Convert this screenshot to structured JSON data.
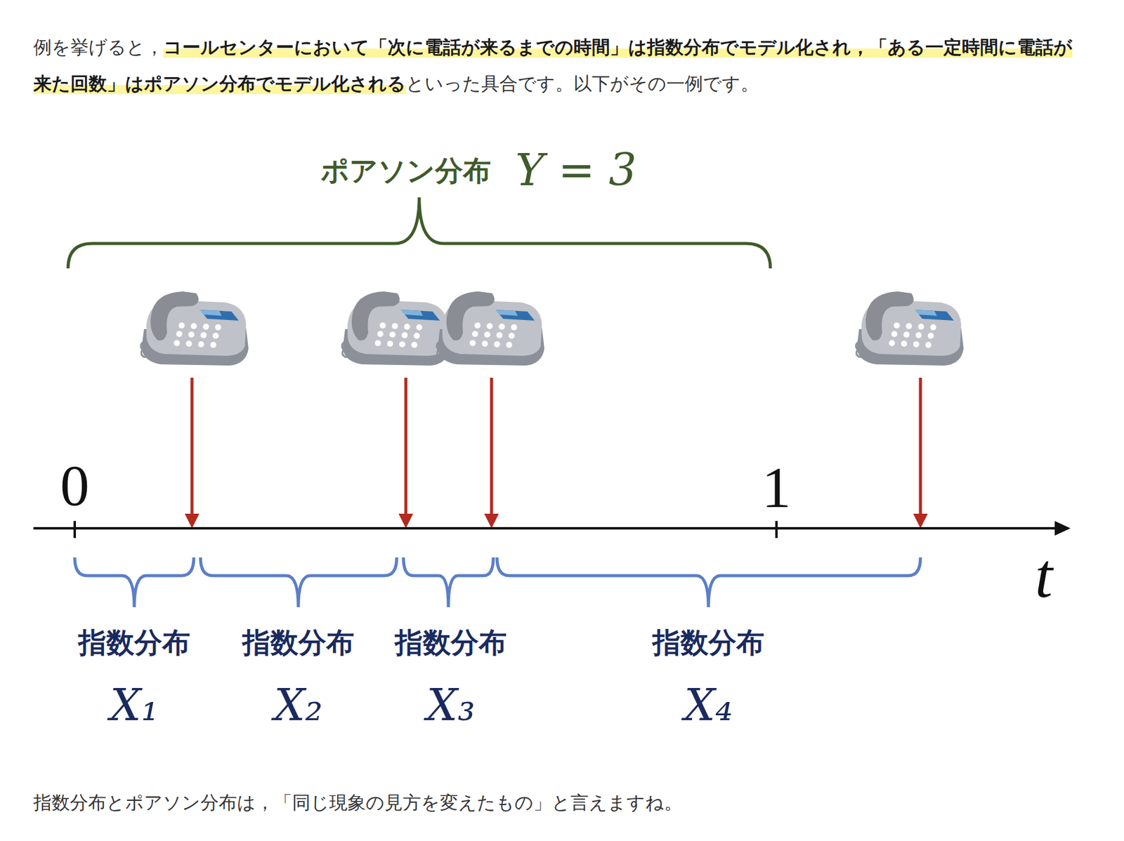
{
  "diagram": {
    "caption": "指数分布とポアソン分布は，「同じ現象の見方を変えたもの」と言えますね。",
    "labels": [
      "例を挙げると，",
      "コールセンターにおいて「次に電話が来るまでの時間」は指数分布でモデル化され，「ある一定時間に電話が来た回数」はポアソン分布でモデル化される",
      "といった具合です。以下がその一例です。",
      "ポアソン分布",
      "Y = 3",
      "0",
      "1",
      "t",
      "指数分布",
      "X₁",
      "指数分布",
      "X₂",
      "指数分布",
      "X₃",
      "指数分布",
      "X₄"
    ]
  }
}
